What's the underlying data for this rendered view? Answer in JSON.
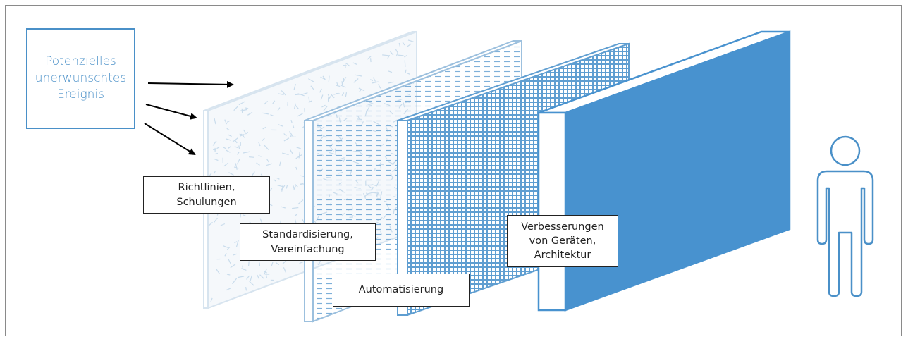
{
  "source": {
    "text": "Potenzielles\nunerwünschtes\nEreignis"
  },
  "layers": [
    {
      "label": "Richtlinien,\nSchulungen",
      "pattern": "random-strokes"
    },
    {
      "label": "Standardisierung,\nVereinfachung",
      "pattern": "dashed-lines"
    },
    {
      "label": "Automatisierung",
      "pattern": "grid"
    },
    {
      "label": "Verbesserungen\nvon Geräten,\nArchitektur",
      "pattern": "solid"
    }
  ],
  "icons": {
    "arrows": "arrow-right-icon",
    "person": "person-icon"
  },
  "colors": {
    "accent": "#4a90c8",
    "layer1": "#d7e4ef",
    "layer2": "#9cc0de",
    "layer3": "#5f9ed1",
    "solid": "#4892cf"
  }
}
